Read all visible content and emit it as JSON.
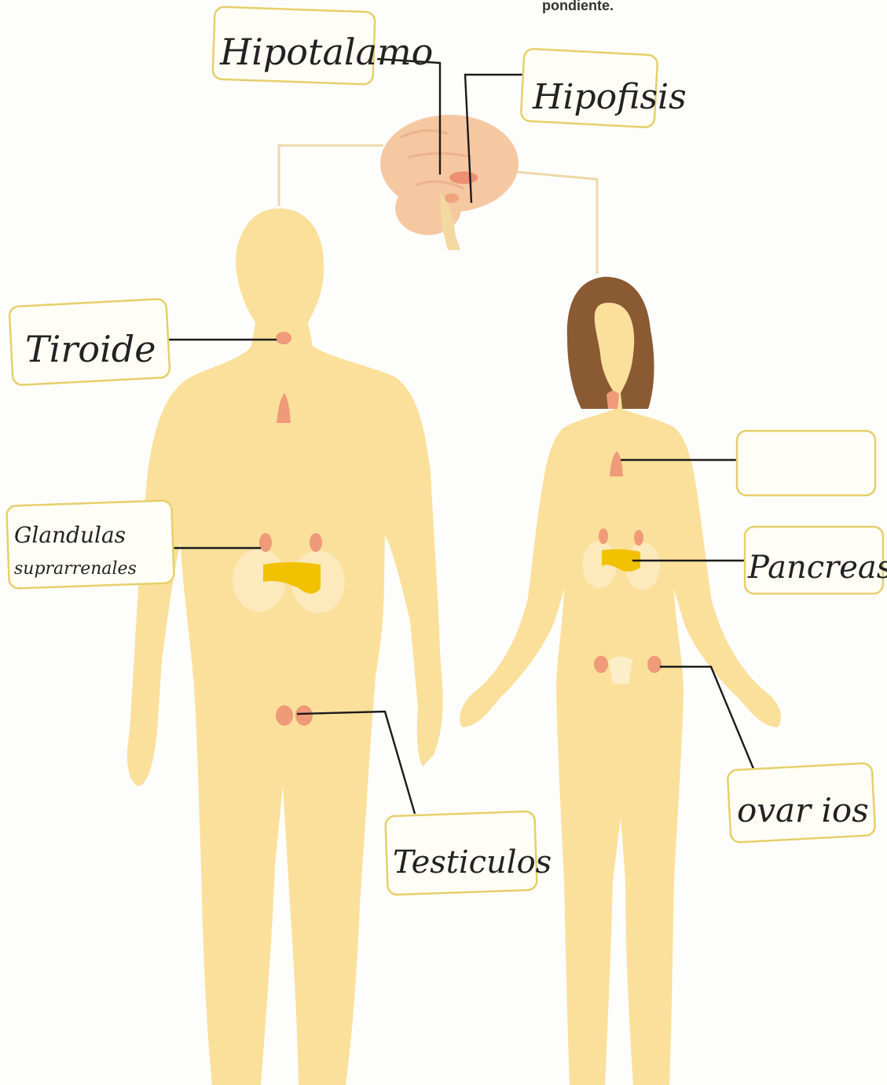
{
  "header_fragment": "pondiente.",
  "labels": {
    "hipotalamo": "Hipotalamo",
    "hipofisis": "Hipofisis",
    "tiroide": "Tiroide",
    "glandulas_line1": "Glandulas",
    "glandulas_line2": "suprarrenales",
    "testiculos": "Testiculos",
    "blank": "",
    "pancreas": "Pancreas",
    "ovarios": "ovar ios"
  },
  "colors": {
    "skin": "#fbe09b",
    "gland": "#ef9a78",
    "pancreas": "#f2c200",
    "hair": "#8a5a33",
    "box_border": "#e6cf6a",
    "connector": "#ecd9a8"
  }
}
